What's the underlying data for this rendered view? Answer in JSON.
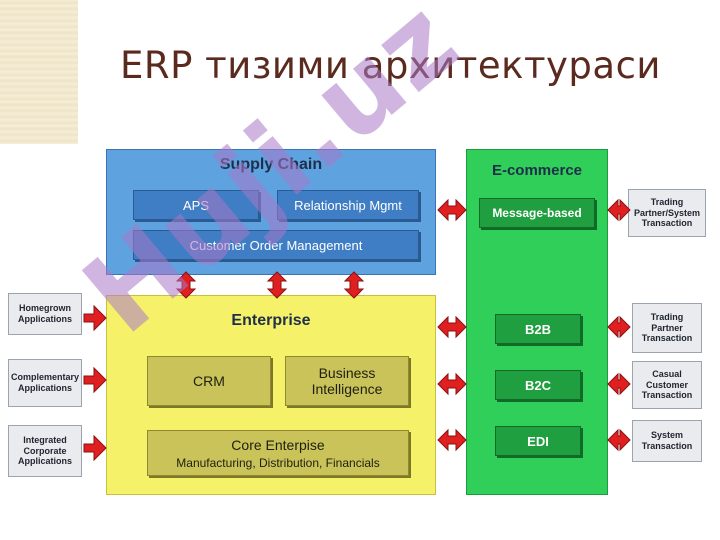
{
  "slide": {
    "title": "ERP  тизими архитектураси"
  },
  "supply_chain": {
    "title": "Supply Chain",
    "aps": "APS",
    "relationship": "Relationship Mgmt",
    "customer_order": "Customer Order Management"
  },
  "enterprise": {
    "title": "Enterprise",
    "crm": "CRM",
    "bi_line1": "Business",
    "bi_line2": "Intelligence",
    "core_line1": "Core Enterpise",
    "core_line2": "Manufacturing, Distribution, Financials"
  },
  "ecommerce": {
    "title": "E-commerce",
    "message": "Message-based",
    "b2b": "B2B",
    "b2c": "B2C",
    "edi": "EDI"
  },
  "left_apps": [
    {
      "line1": "Homegrown",
      "line2": "Applications",
      "line3": ""
    },
    {
      "line1": "Complementary",
      "line2": "Applications",
      "line3": ""
    },
    {
      "line1": "Integrated",
      "line2": "Corporate",
      "line3": "Applications"
    }
  ],
  "right_transactions": [
    {
      "line1": "Trading",
      "line2": "Partner/System",
      "line3": "Transaction"
    },
    {
      "line1": "Trading",
      "line2": "Partner",
      "line3": "Transaction"
    },
    {
      "line1": "Casual",
      "line2": "Customer",
      "line3": "Transaction"
    },
    {
      "line1": "System",
      "line2": "Transaction",
      "line3": ""
    }
  ],
  "watermark": "Huji.uz",
  "colors": {
    "title": "#5b2a1e",
    "arrow": "#e02020",
    "supply": "#5ea2e0",
    "enterprise": "#f5f26a",
    "ecommerce": "#2fcf5a"
  }
}
